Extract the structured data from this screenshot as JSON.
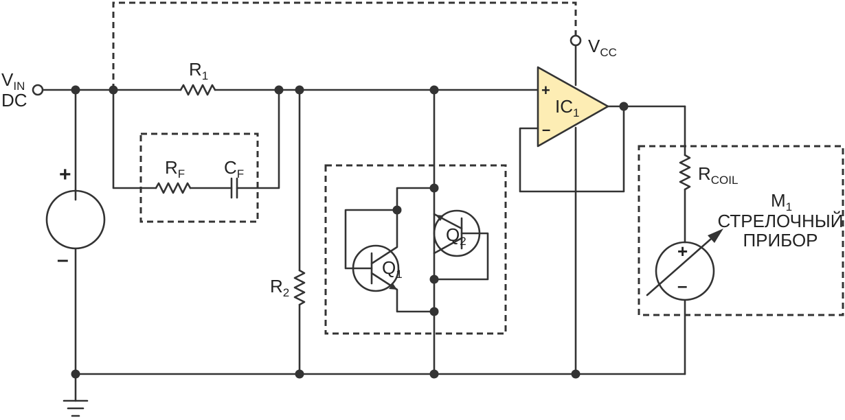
{
  "labels": {
    "vin": {
      "main": "V",
      "sub": "IN",
      "line2": "DC"
    },
    "r1": {
      "main": "R",
      "sub": "1"
    },
    "rf": {
      "main": "R",
      "sub": "F"
    },
    "cf": {
      "main": "C",
      "sub": "F"
    },
    "r2": {
      "main": "R",
      "sub": "2"
    },
    "q1": {
      "main": "Q",
      "sub": "1"
    },
    "q2": {
      "main": "Q",
      "sub": "2"
    },
    "ic1": {
      "main": "IC",
      "sub": "1"
    },
    "vcc": {
      "main": "V",
      "sub": "CC"
    },
    "rcoil": {
      "main": "R",
      "sub": "COIL"
    },
    "m1": {
      "main": "M",
      "sub": "1",
      "line2": "СТРЕЛОЧНЫЙ",
      "line3": "ПРИБОР"
    },
    "plus": "+",
    "minus": "–"
  },
  "colors": {
    "wire": "#333333",
    "opamp_fill": "#fdedb4",
    "background": "#ffffff"
  }
}
